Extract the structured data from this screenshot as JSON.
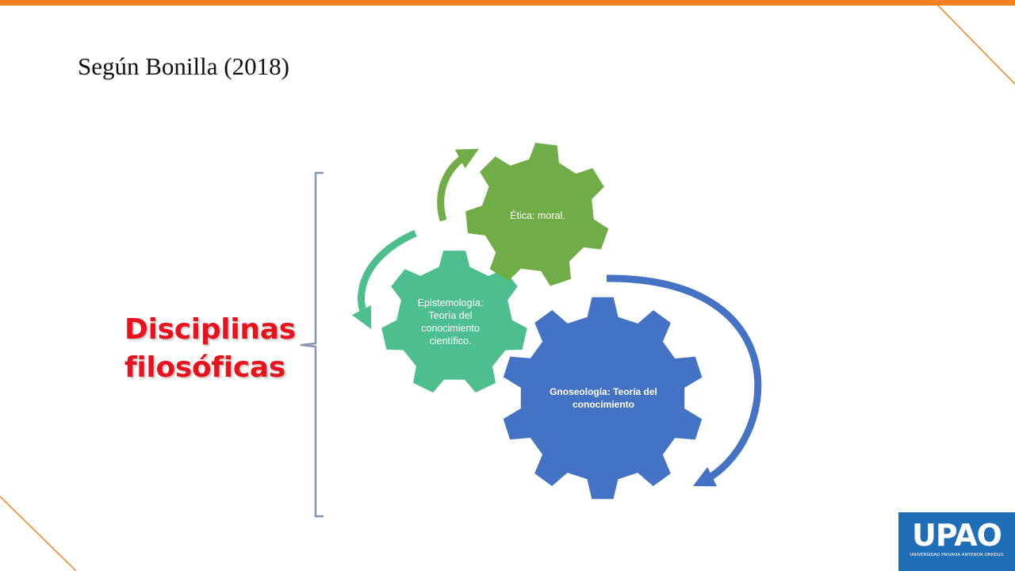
{
  "slide": {
    "subtitle": "Según Bonilla (2018)",
    "title_lines": [
      "Disciplinas",
      "filosóficas"
    ]
  },
  "diagram": {
    "gears": [
      {
        "label": "Ética: moral.",
        "color": "#70ad47"
      },
      {
        "label": "Epistemología: Teoría del conocimiento científico.",
        "color": "#4dbf8e"
      },
      {
        "label": "Gnoseología: Teoría del conocimiento",
        "color": "#4472c4"
      }
    ]
  },
  "logo": {
    "word": "UPAO",
    "tagline": "UNIVERSIDAD PRIVADA ANTENOR ORREGO"
  },
  "colors": {
    "accent_orange": "#f58220",
    "title_red": "#e8111c",
    "bracket": "#8496b0",
    "logo_blue": "#1f6fb8"
  }
}
